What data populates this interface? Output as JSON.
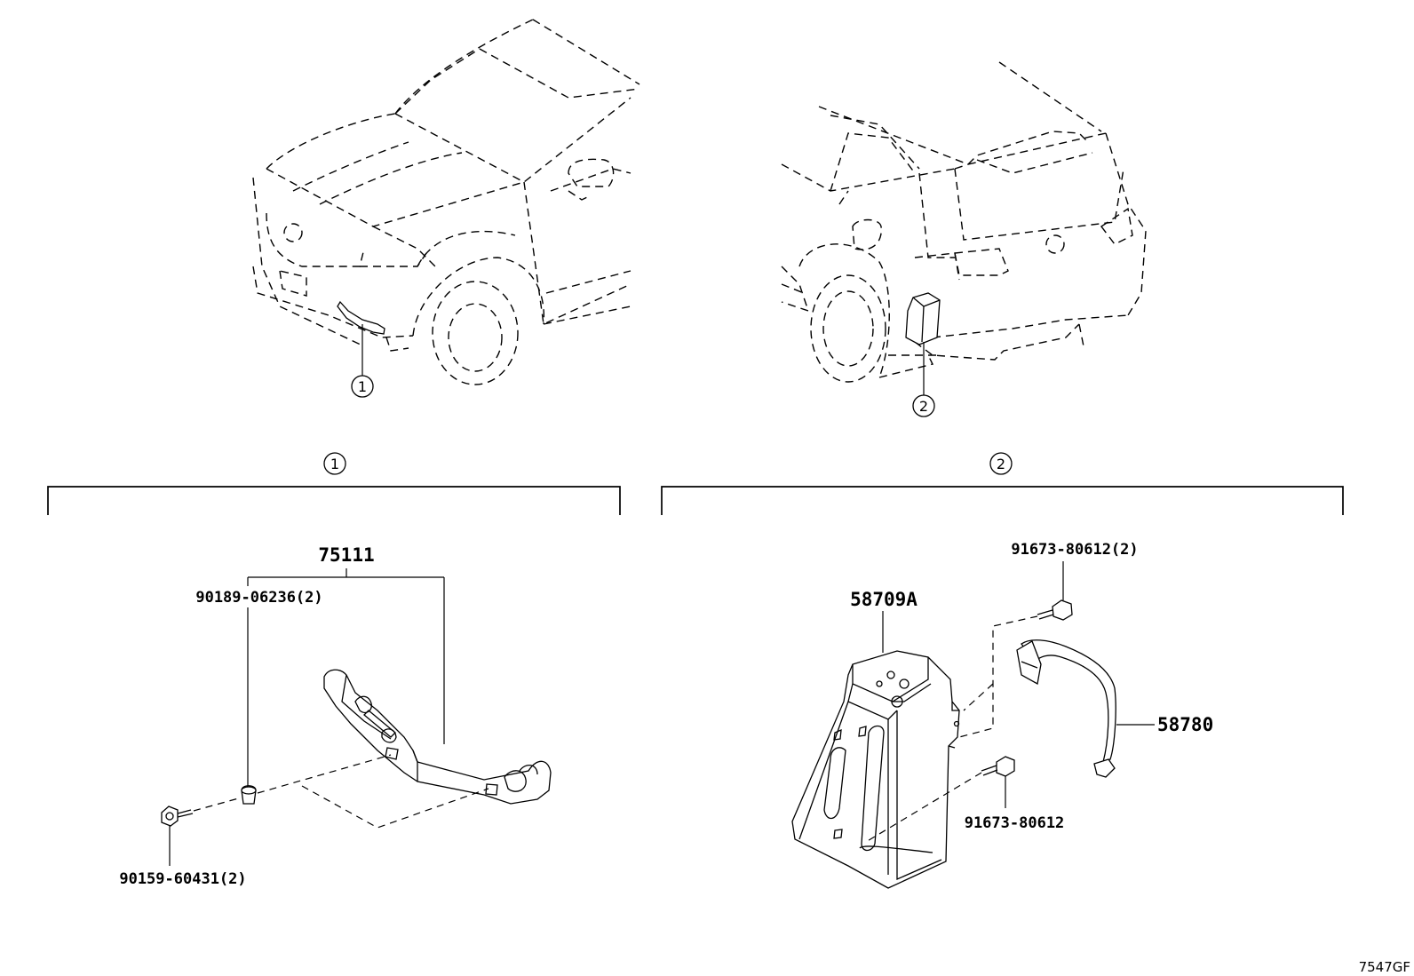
{
  "callouts": {
    "front": "1",
    "rear": "2"
  },
  "sections": {
    "left": {
      "marker": "1"
    },
    "right": {
      "marker": "2"
    }
  },
  "parts": {
    "bracket_assembly": "75111",
    "clip": "90189-06236(2)",
    "screw": "90159-60431(2)",
    "bracket_rear": "58709A",
    "bolt_top": "91673-80612(2)",
    "bolt_bottom": "91673-80612",
    "strap": "58780"
  },
  "diagram_code": "7547GF"
}
